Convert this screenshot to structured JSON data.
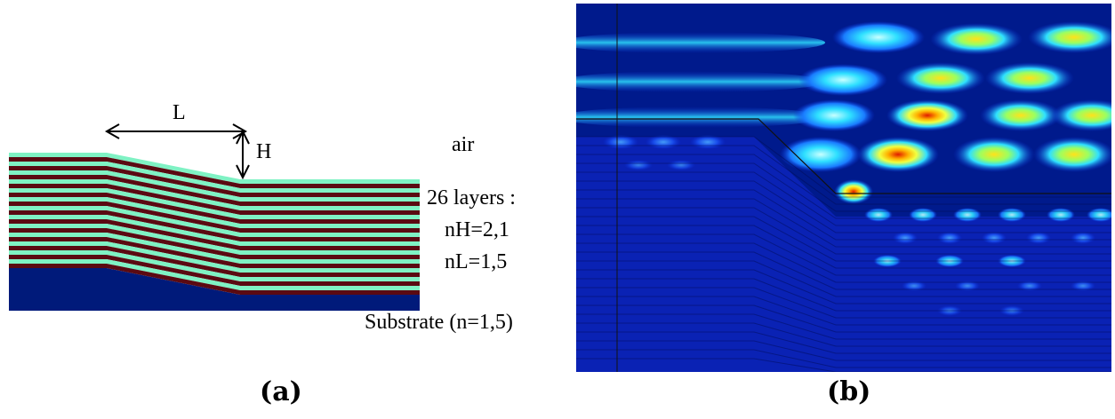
{
  "panel_a": {
    "label_L": "L",
    "label_H": "H",
    "label_air": "air",
    "label_layers": "26 layers :",
    "label_nH": "nH=2,1",
    "label_nL": "nL=1,5",
    "label_substrate": "Substrate (n=1,5)",
    "layer_count": 26,
    "colors": {
      "high_index_layer": "#7ff2c4",
      "low_index_layer": "#5a0a12",
      "substrate": "#001a7a",
      "background": "#ffffff"
    }
  },
  "panel_b": {
    "colormap": "jet",
    "colors": {
      "background": "#001a8c",
      "low": "#0a2fd8",
      "mid": "#2fe0ff",
      "high": "#ffe21a",
      "peak": "#e01a00"
    }
  },
  "captions": {
    "a": "(a)",
    "b": "(b)"
  }
}
